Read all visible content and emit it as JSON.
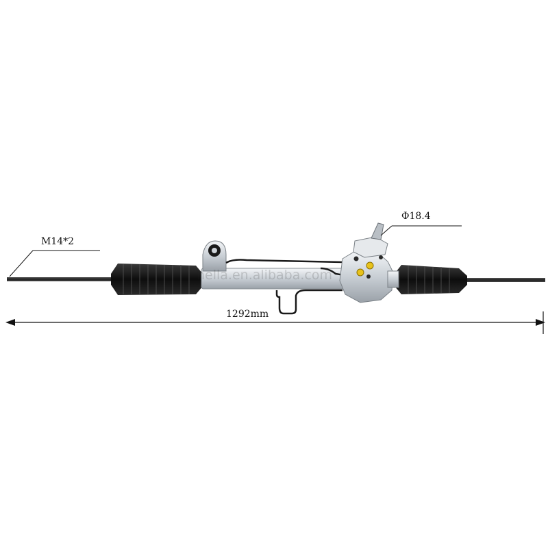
{
  "annotations": {
    "thread": "M14*2",
    "diameter": "Φ18.4",
    "overall_length": "1292mm"
  },
  "watermark": "hella.en.alibaba.com",
  "parts": {
    "boot_color": "#111111",
    "body_color": "#d8dde2",
    "rod_color": "#2a2a2a",
    "fitting_color": "#e8c21a"
  }
}
